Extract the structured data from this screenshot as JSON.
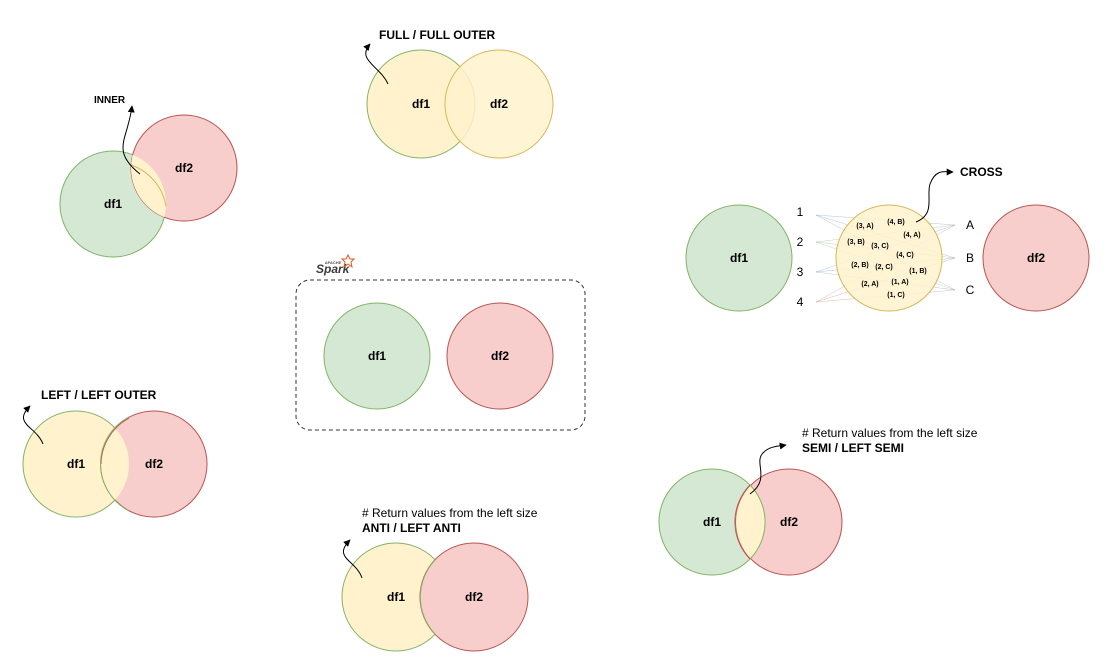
{
  "diagram": {
    "spark_logo": {
      "text": "Spark",
      "tag": "APACHE"
    },
    "inner": {
      "title": "INNER",
      "left": "df1",
      "right": "df2"
    },
    "full": {
      "title": "FULL / FULL OUTER",
      "left": "df1",
      "right": "df2"
    },
    "left": {
      "title": "LEFT / LEFT OUTER",
      "left": "df1",
      "right": "df2"
    },
    "center": {
      "left": "df1",
      "right": "df2"
    },
    "anti": {
      "note": "# Return values from the left size",
      "title": "ANTI / LEFT ANTI",
      "left": "df1",
      "right": "df2"
    },
    "semi": {
      "note": "# Return values from the left size",
      "title": "SEMI / LEFT SEMI",
      "left": "df1",
      "right": "df2"
    },
    "cross": {
      "title": "CROSS",
      "left": "df1",
      "right": "df2",
      "numbers": [
        "1",
        "2",
        "3",
        "4"
      ],
      "letters": [
        "A",
        "B",
        "C"
      ],
      "pairs": [
        "(3, A)",
        "(4, B)",
        "(4, A)",
        "(3, B)",
        "(3, C)",
        "(4, C)",
        "(2, B)",
        "(2, C)",
        "(1, B)",
        "(2, A)",
        "(1, A)",
        "(1, C)"
      ]
    },
    "colors": {
      "green_fill": "#d5e8d4",
      "green_stroke": "#82b366",
      "red_fill": "#f8cecc",
      "red_stroke": "#b85450",
      "yellow_fill": "#fff2cc",
      "yellow_stroke": "#d6b656",
      "spark_orange": "#e25a1c"
    }
  }
}
